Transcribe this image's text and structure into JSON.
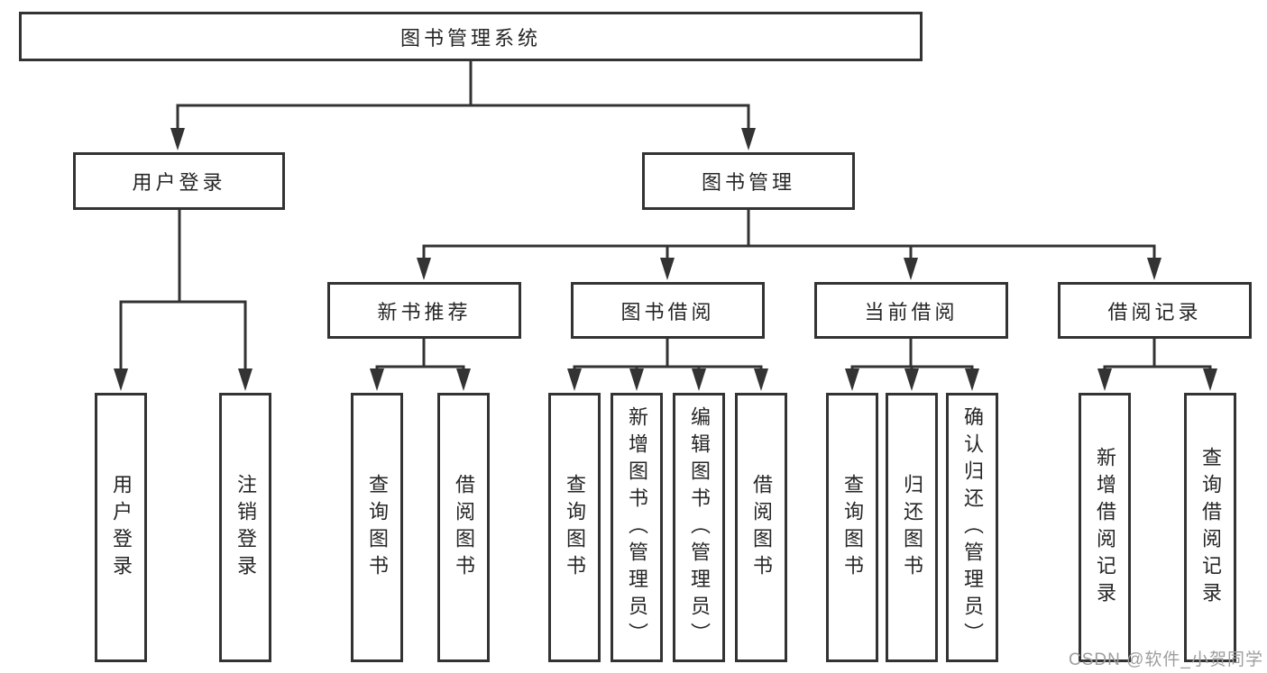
{
  "root": {
    "label": "图书管理系统"
  },
  "user_login": {
    "label": "用户登录",
    "children": [
      {
        "label": "用户登录"
      },
      {
        "label": "注销登录"
      }
    ]
  },
  "book_management": {
    "label": "图书管理",
    "sections": [
      {
        "label": "新书推荐",
        "children": [
          {
            "label": "查询图书"
          },
          {
            "label": "借阅图书"
          }
        ]
      },
      {
        "label": "图书借阅",
        "children": [
          {
            "label": "查询图书"
          },
          {
            "label": "新增图书（管理员）"
          },
          {
            "label": "编辑图书（管理员）"
          },
          {
            "label": "借阅图书"
          }
        ]
      },
      {
        "label": "当前借阅",
        "children": [
          {
            "label": "查询图书"
          },
          {
            "label": "归还图书"
          },
          {
            "label": "确认归还（管理员）"
          }
        ]
      },
      {
        "label": "借阅记录",
        "children": [
          {
            "label": "新增借阅记录"
          },
          {
            "label": "查询借阅记录"
          }
        ]
      }
    ]
  },
  "watermark": {
    "text": "CSDN @软件_小贺同学"
  },
  "colors": {
    "line": "#333333",
    "text": "#262626",
    "watermark": "#9e9e9e",
    "background": "#ffffff"
  }
}
